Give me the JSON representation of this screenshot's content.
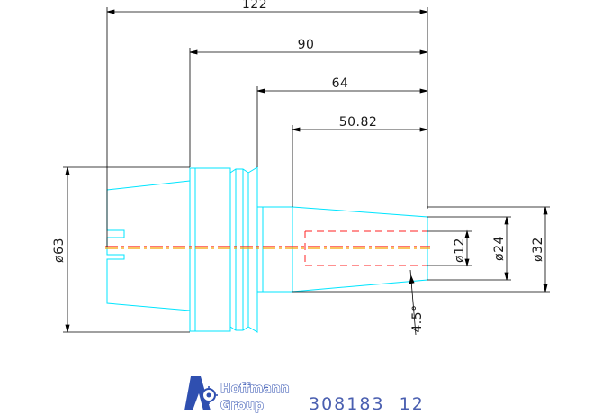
{
  "dimensions": {
    "overall_length": "122",
    "length_90": "90",
    "length_64": "64",
    "length_50": "50.82",
    "dia_63": "ø63",
    "dia_12": "ø12",
    "dia_24": "ø24",
    "dia_32": "ø32",
    "taper_angle": "4.5°"
  },
  "logo": {
    "line1": "Hoffmann",
    "line2": "Group"
  },
  "part_number": "308183  12",
  "colors": {
    "outline": "#00e5ff",
    "dimension": "#000000",
    "centerline": "#f5a000",
    "hidden": "#ff2020",
    "logo": "#2f4fb0"
  }
}
